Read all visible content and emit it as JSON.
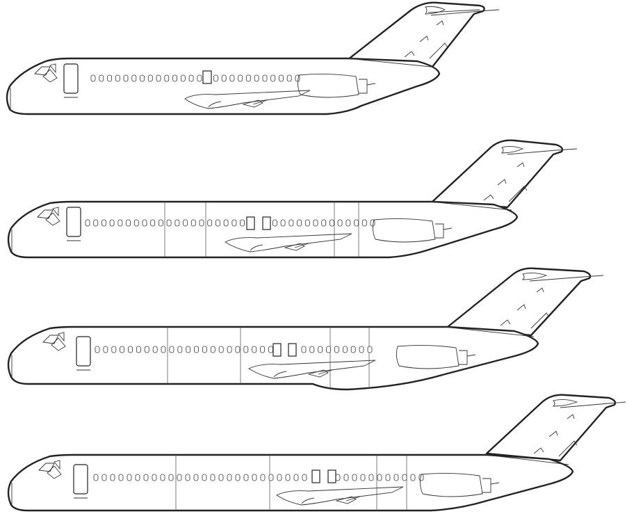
{
  "figure": {
    "background": "#ffffff",
    "line_color": "#222222"
  },
  "aircraft": [
    {
      "variant_index": 1,
      "fuselage_plugs": 0,
      "emergency_exits_overwing": 1,
      "window_count": 26,
      "has_engine_nacelle": true
    },
    {
      "variant_index": 2,
      "fuselage_plugs": 4,
      "emergency_exits_overwing": 2,
      "window_count": 36,
      "has_engine_nacelle": true
    },
    {
      "variant_index": 3,
      "fuselage_plugs": 4,
      "emergency_exits_overwing": 2,
      "window_count": 34,
      "has_engine_nacelle": true
    },
    {
      "variant_index": 4,
      "fuselage_plugs": 4,
      "emergency_exits_overwing": 2,
      "window_count": 40,
      "has_engine_nacelle": true
    }
  ]
}
